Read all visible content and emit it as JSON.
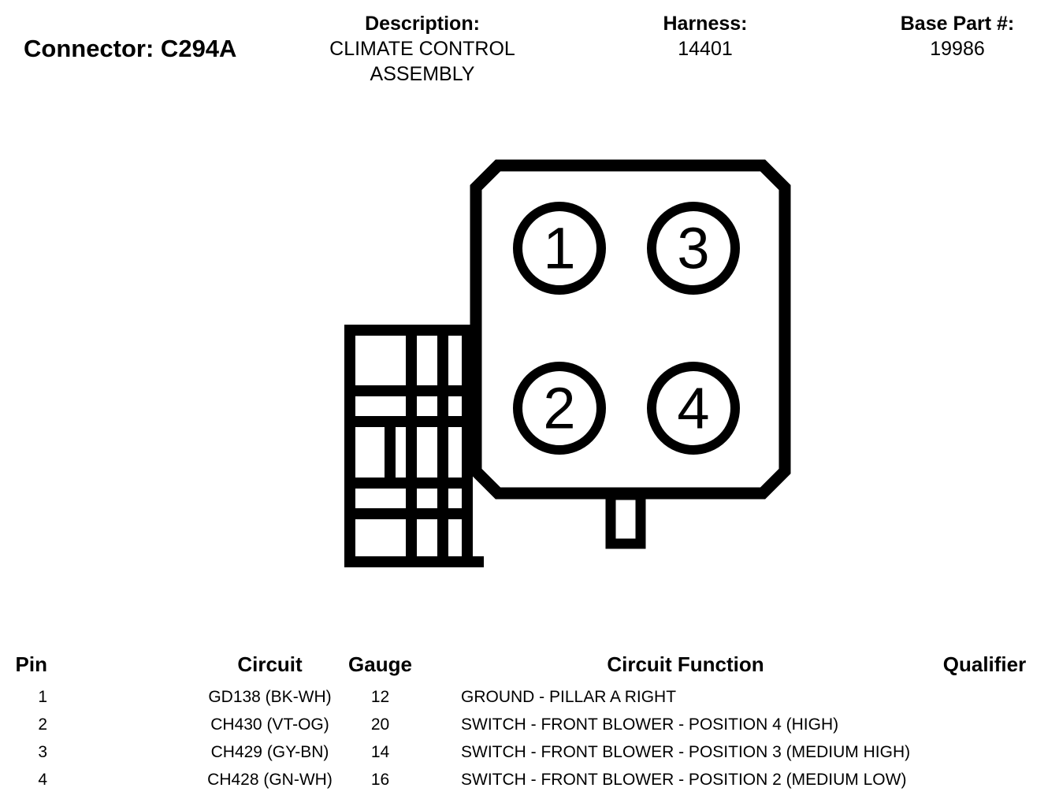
{
  "header": {
    "connector_label": "Connector:",
    "connector_id": "C294A",
    "connector_full": "Connector: C294A",
    "description_label": "Description:",
    "description_value_line1": "CLIMATE CONTROL",
    "description_value_line2": "ASSEMBLY",
    "harness_label": "Harness:",
    "harness_value": "14401",
    "base_part_label": "Base Part #:",
    "base_part_value": "19986"
  },
  "diagram": {
    "type": "connector-face-view",
    "pin_count": 4,
    "pin_labels": [
      "1",
      "3",
      "2",
      "4"
    ],
    "pin_1": "1",
    "pin_2": "2",
    "pin_3": "3",
    "pin_4": "4",
    "stroke_color": "#000000",
    "fill_color": "#ffffff"
  },
  "table": {
    "headers": {
      "pin": "Pin",
      "circuit": "Circuit",
      "gauge": "Gauge",
      "function": "Circuit Function",
      "qualifier": "Qualifier"
    },
    "rows": [
      {
        "pin": "1",
        "circuit": "GD138 (BK-WH)",
        "gauge": "12",
        "function": "GROUND - PILLAR A RIGHT",
        "qualifier": ""
      },
      {
        "pin": "2",
        "circuit": "CH430 (VT-OG)",
        "gauge": "20",
        "function": "SWITCH - FRONT BLOWER - POSITION 4 (HIGH)",
        "qualifier": ""
      },
      {
        "pin": "3",
        "circuit": "CH429 (GY-BN)",
        "gauge": "14",
        "function": "SWITCH - FRONT BLOWER - POSITION 3 (MEDIUM HIGH)",
        "qualifier": ""
      },
      {
        "pin": "4",
        "circuit": "CH428 (GN-WH)",
        "gauge": "16",
        "function": "SWITCH - FRONT BLOWER - POSITION 2 (MEDIUM LOW)",
        "qualifier": ""
      }
    ]
  }
}
